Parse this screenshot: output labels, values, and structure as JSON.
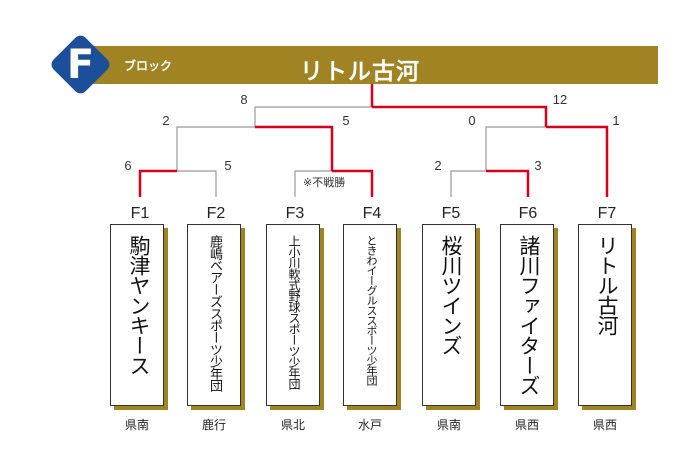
{
  "block": {
    "letter": "F",
    "word": "ブロック"
  },
  "champion": "リトル古河",
  "forfeit_note": "※不戦勝",
  "scores": {
    "final_left": "8",
    "final_right": "12",
    "semi_left_a": "2",
    "semi_left_b": "5",
    "semi_right_a": "0",
    "semi_right_b": "1",
    "r1_f1": "6",
    "r1_f2": "5",
    "r1_f5": "2",
    "r1_f6": "3"
  },
  "teams": [
    {
      "seed": "F1",
      "name": "駒津ヤンキース",
      "region": "県南"
    },
    {
      "seed": "F2",
      "name": "鹿嶋ベアーズスポーツ少年団",
      "region": "鹿行"
    },
    {
      "seed": "F3",
      "name": "上小川軟式野球スポーツ少年団",
      "region": "県北"
    },
    {
      "seed": "F4",
      "name": "ときわイーグルススポーツ少年団",
      "region": "水戸"
    },
    {
      "seed": "F5",
      "name": "桜川ツインズ",
      "region": "県南"
    },
    {
      "seed": "F6",
      "name": "諸川ファイターズ",
      "region": "県西"
    },
    {
      "seed": "F7",
      "name": "リトル古河",
      "region": "県西"
    }
  ],
  "colors": {
    "winner_line": "#d9001b",
    "loser_line": "#999999",
    "banner": "#a08322",
    "block_badge": "#1b4f9a"
  }
}
